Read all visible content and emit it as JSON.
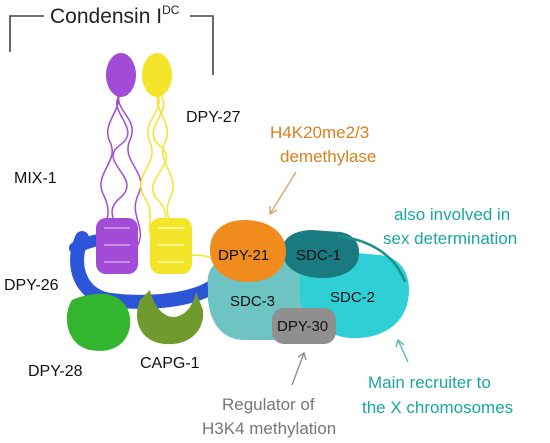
{
  "title": "Condensin I",
  "title_superscript": "DC",
  "subunits": {
    "dpy27": "DPY-27",
    "mix1": "MIX-1",
    "dpy26": "DPY-26",
    "dpy28": "DPY-28",
    "capg1": "CAPG-1",
    "dpy21": "DPY-21",
    "sdc1": "SDC-1",
    "sdc2": "SDC-2",
    "sdc3": "SDC-3",
    "dpy30": "DPY-30"
  },
  "annotations": {
    "demethylase_line1": "H4K20me2/3",
    "demethylase_line2": "demethylase",
    "sexdet_line1": "also involved in",
    "sexdet_line2": "sex determination",
    "recruiter_line1": "Main recruiter to",
    "recruiter_line2": "the X chromosomes",
    "regulator_line1": "Regulator of",
    "regulator_line2": "H3K4 methylation"
  },
  "colors": {
    "dpy27": "#f4e42a",
    "mix1": "#a24bd6",
    "dpy26": "#2d55d8",
    "dpy28": "#33b52e",
    "capg1": "#6e9a2e",
    "dpy21": "#f08b1e",
    "sdc1": "#197a80",
    "sdc2": "#2ed0d6",
    "sdc3": "#6ec3c3",
    "dpy30": "#8f8f8f",
    "demethylase_text": "#d9801e",
    "teal_text": "#1aa7a0",
    "gray_text": "#777777"
  }
}
